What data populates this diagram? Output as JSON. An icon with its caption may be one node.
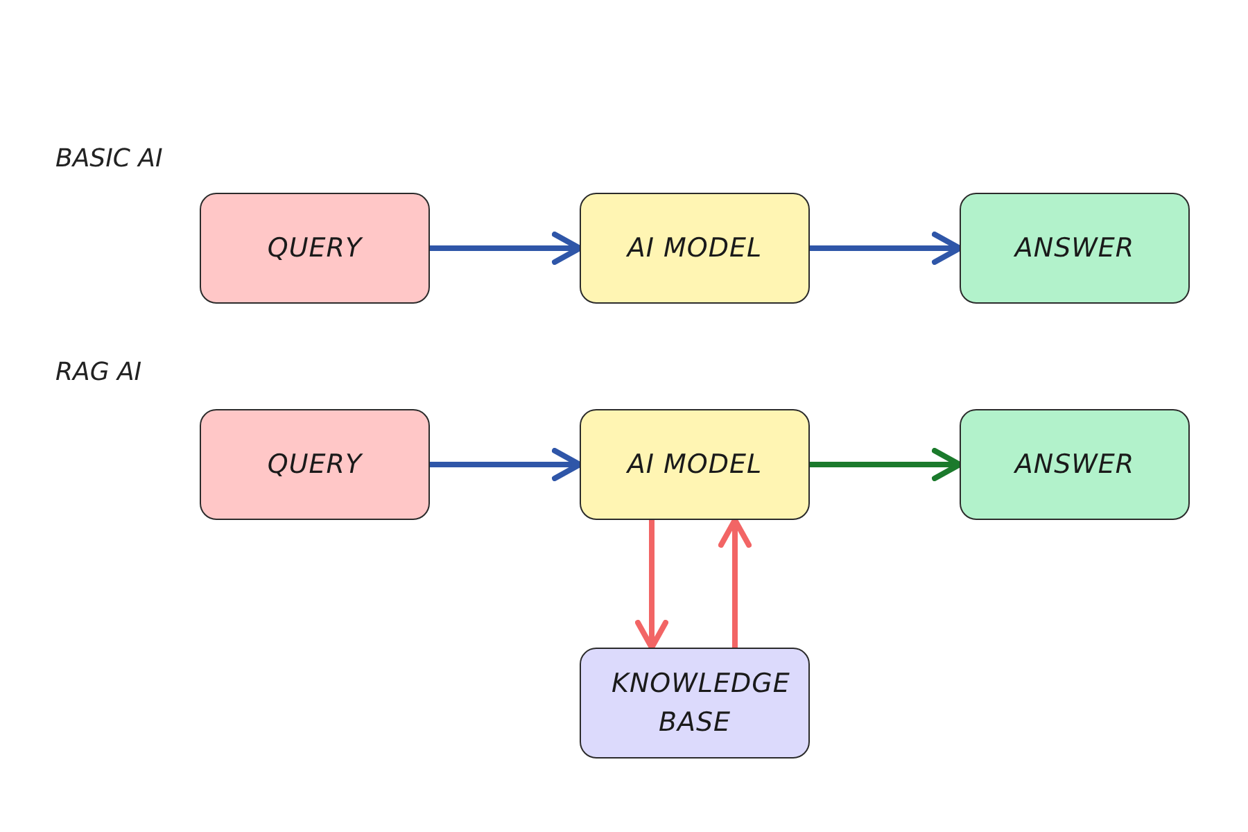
{
  "diagram": {
    "nodes": [
      {
        "text": [
          "QUERY"
        ]
      },
      {
        "text": [
          "AI MODEL"
        ]
      },
      {
        "text": [
          "ANSWER"
        ]
      },
      {
        "text": [
          "QUERY"
        ]
      },
      {
        "text": [
          "AI MODEL"
        ]
      },
      {
        "text": [
          "ANSWER"
        ]
      },
      {
        "text": [
          "KNOWLEDGE BASE"
        ]
      }
    ],
    "edges": [
      {
        "from": 0,
        "to": 1,
        "arrow": "to"
      },
      {
        "from": 1,
        "to": 2,
        "arrow": "to"
      },
      {
        "from": 3,
        "to": 4,
        "arrow": "to"
      },
      {
        "from": 4,
        "to": 5,
        "arrow": "to",
        "color": "#1b7a2c"
      },
      {
        "from": 4,
        "to": 6,
        "arrow": "to",
        "color": "#f26565"
      },
      {
        "from": 6,
        "to": 4,
        "arrow": "to",
        "color": "#f26565"
      }
    ],
    "labels": [
      "BASIC AI",
      "RAG AI"
    ]
  }
}
